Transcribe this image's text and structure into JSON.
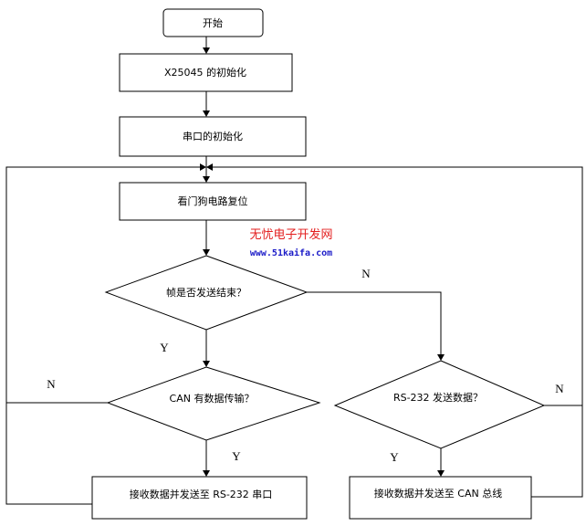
{
  "nodes": {
    "start": "开始",
    "init_x25045": "X25045 的初始化",
    "init_serial": "串口的初始化",
    "reset_watchdog": "看门狗电路复位",
    "frame_done": "帧是否发送结束？",
    "can_data": "CAN 有数据传输？",
    "rs232_send": "RS-232 发送数据？",
    "recv_to_rs232": "接收数据并发送至 RS-232 串口",
    "recv_to_can": "接收数据并发送至 CAN 总线"
  },
  "labels": {
    "frame_yes": "Y",
    "frame_no": "N",
    "can_yes": "Y",
    "can_no": "N",
    "rs232_yes": "Y",
    "rs232_no": "N"
  },
  "watermark": {
    "title": "无忧电子开发网",
    "url": "www.51kaifa.com"
  }
}
